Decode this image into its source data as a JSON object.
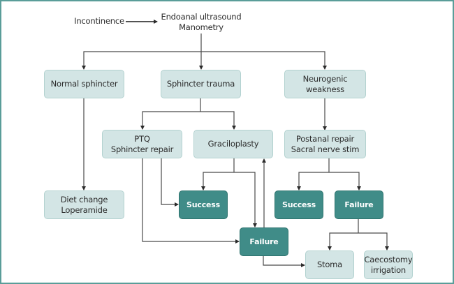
{
  "title_row": {
    "start_label": "Incontinence",
    "investigation": "Endoanal ultrasound\nManometry"
  },
  "nodes": {
    "normal_sphincter": "Normal sphincter",
    "sphincter_trauma": "Sphincter trauma",
    "neurogenic_weakness": "Neurogenic\nweakness",
    "diet_change": "Diet change\nLoperamide",
    "ptq_repair": "PTQ\nSphincter repair",
    "graciloplasty": "Graciloplasty",
    "postanal_repair": "Postanal repair\nSacral nerve stim",
    "success_left": "Success",
    "failure_left": "Failure",
    "success_right": "Success",
    "failure_right": "Failure",
    "stoma": "Stoma",
    "caecostomy": "Caecostomy\nirrigation"
  },
  "colors": {
    "light_box": "#d3e5e5",
    "dark_box": "#408c88",
    "frame": "#5a9d99",
    "line": "#3a3a3a"
  }
}
